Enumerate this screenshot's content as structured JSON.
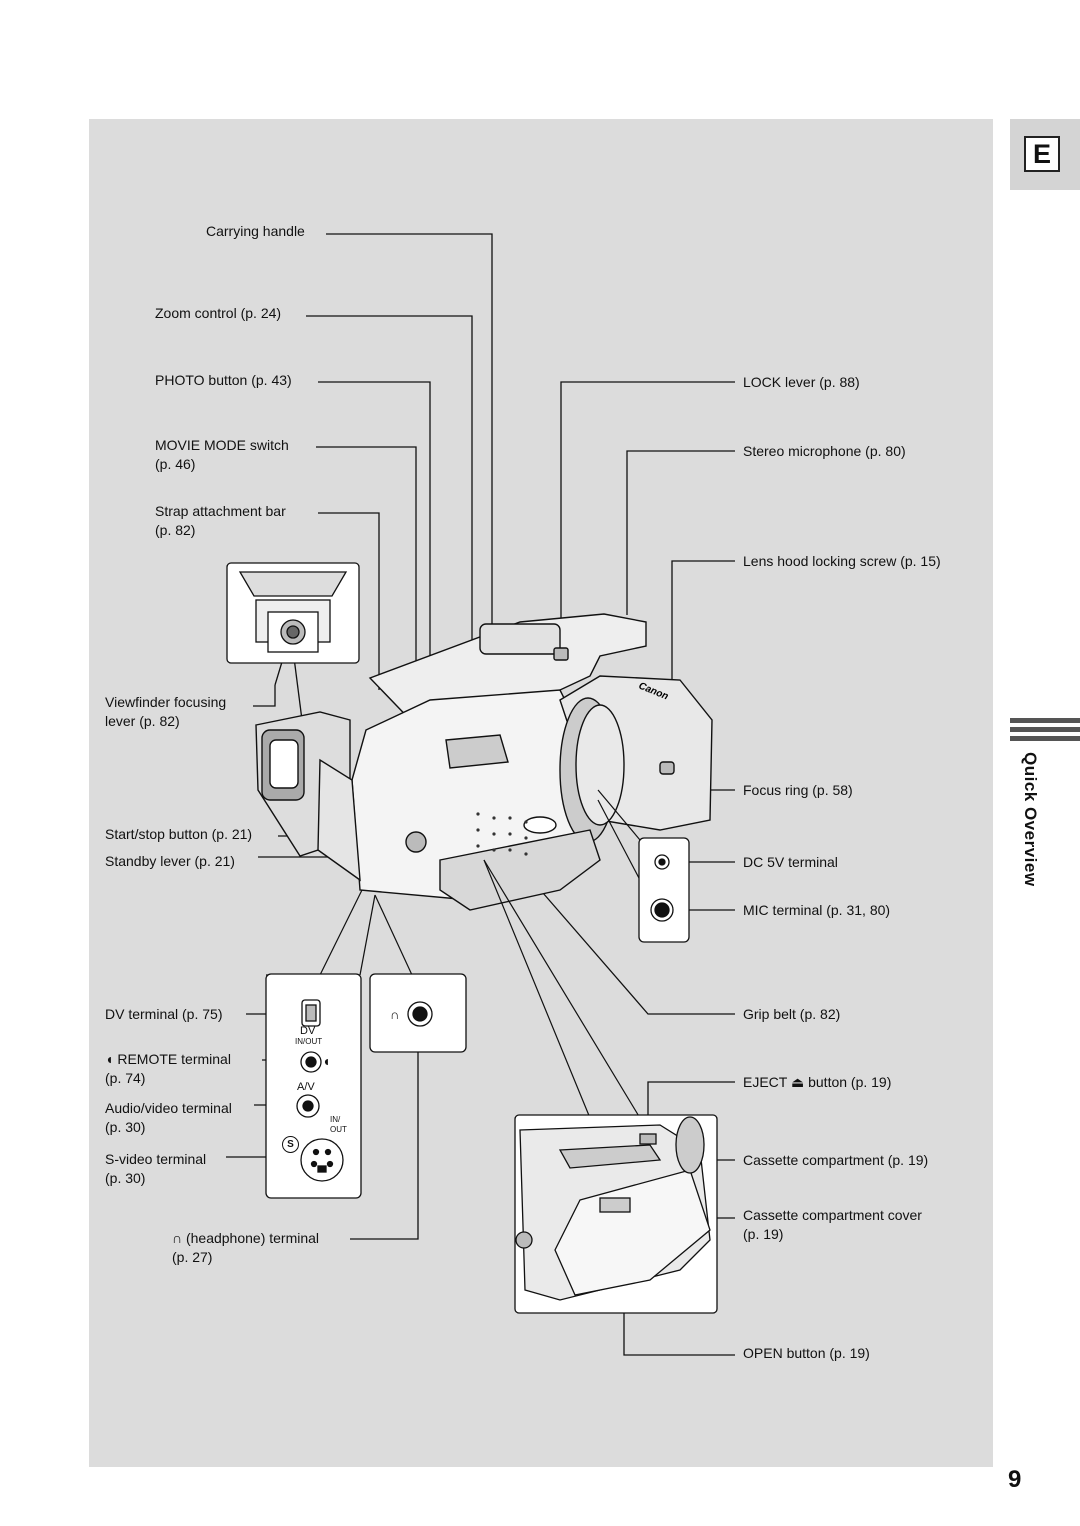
{
  "tab": {
    "letter": "E"
  },
  "section_label": "Quick Overview",
  "page_number": "9",
  "labels_left": {
    "carrying_handle": "Carrying handle",
    "zoom_control": "Zoom control (p. 24)",
    "photo_button": "PHOTO button (p. 43)",
    "movie_mode_1": "MOVIE MODE switch",
    "movie_mode_2": "(p. 46)",
    "strap_bar_1": "Strap attachment  bar",
    "strap_bar_2": "(p. 82)",
    "viewfinder_1": "Viewfinder focusing",
    "viewfinder_2": "lever (p. 82)",
    "start_stop": "Start/stop button (p. 21)",
    "standby": "Standby lever (p. 21)",
    "dv_terminal": "DV terminal (p. 75)",
    "remote_1": "REMOTE terminal",
    "remote_2": "(p. 74)",
    "audio_video_1": "Audio/video terminal",
    "audio_video_2": "(p. 30)",
    "svideo_1": "S-video terminal",
    "svideo_2": "(p. 30)",
    "headphone_1": "(headphone) terminal",
    "headphone_2": "(p. 27)"
  },
  "labels_right": {
    "lock_lever": "LOCK lever (p. 88)",
    "stereo_mic": "Stereo microphone (p. 80)",
    "lens_hood": "Lens hood locking screw (p. 15)",
    "focus_ring": "Focus ring (p. 58)",
    "dc_terminal": "DC 5V terminal",
    "mic_terminal": "MIC terminal (p. 31, 80)",
    "grip_belt": "Grip belt (p. 82)",
    "eject_1": "EJECT",
    "eject_2": "button (p. 19)",
    "cassette_compartment": "Cassette compartment (p. 19)",
    "cassette_cover_1": "Cassette compartment cover",
    "cassette_cover_2": "(p. 19)",
    "open_button": "OPEN button (p. 19)"
  },
  "jack_panel": {
    "dv": "DV",
    "in_out": "IN/OUT",
    "av": "A/V",
    "in": "IN/",
    "out": "OUT",
    "s": "S"
  },
  "brand_mark": "Canon",
  "icons": [
    "remote-sensor-icon",
    "eject-icon",
    "headphone-icon"
  ]
}
